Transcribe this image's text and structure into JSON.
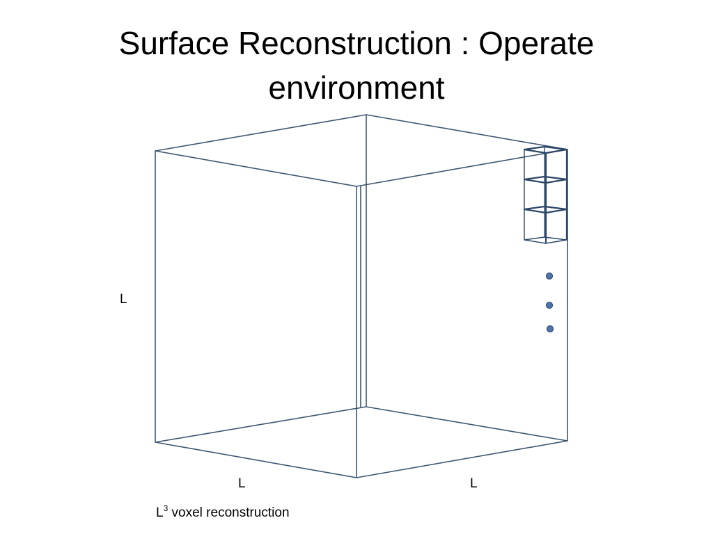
{
  "slide": {
    "title_line1": "Surface Reconstruction : Operate",
    "title_line2": "environment"
  },
  "labels": {
    "height": "L",
    "depth": "L",
    "width": "L"
  },
  "caption": {
    "base": "L",
    "exponent": "3",
    "text": " voxel reconstruction"
  },
  "colors": {
    "cube_line": "#3d5670",
    "voxel_line": "#2c4666",
    "dot_fill": "#4f74ac",
    "dot_stroke": "#2f4f7e"
  }
}
